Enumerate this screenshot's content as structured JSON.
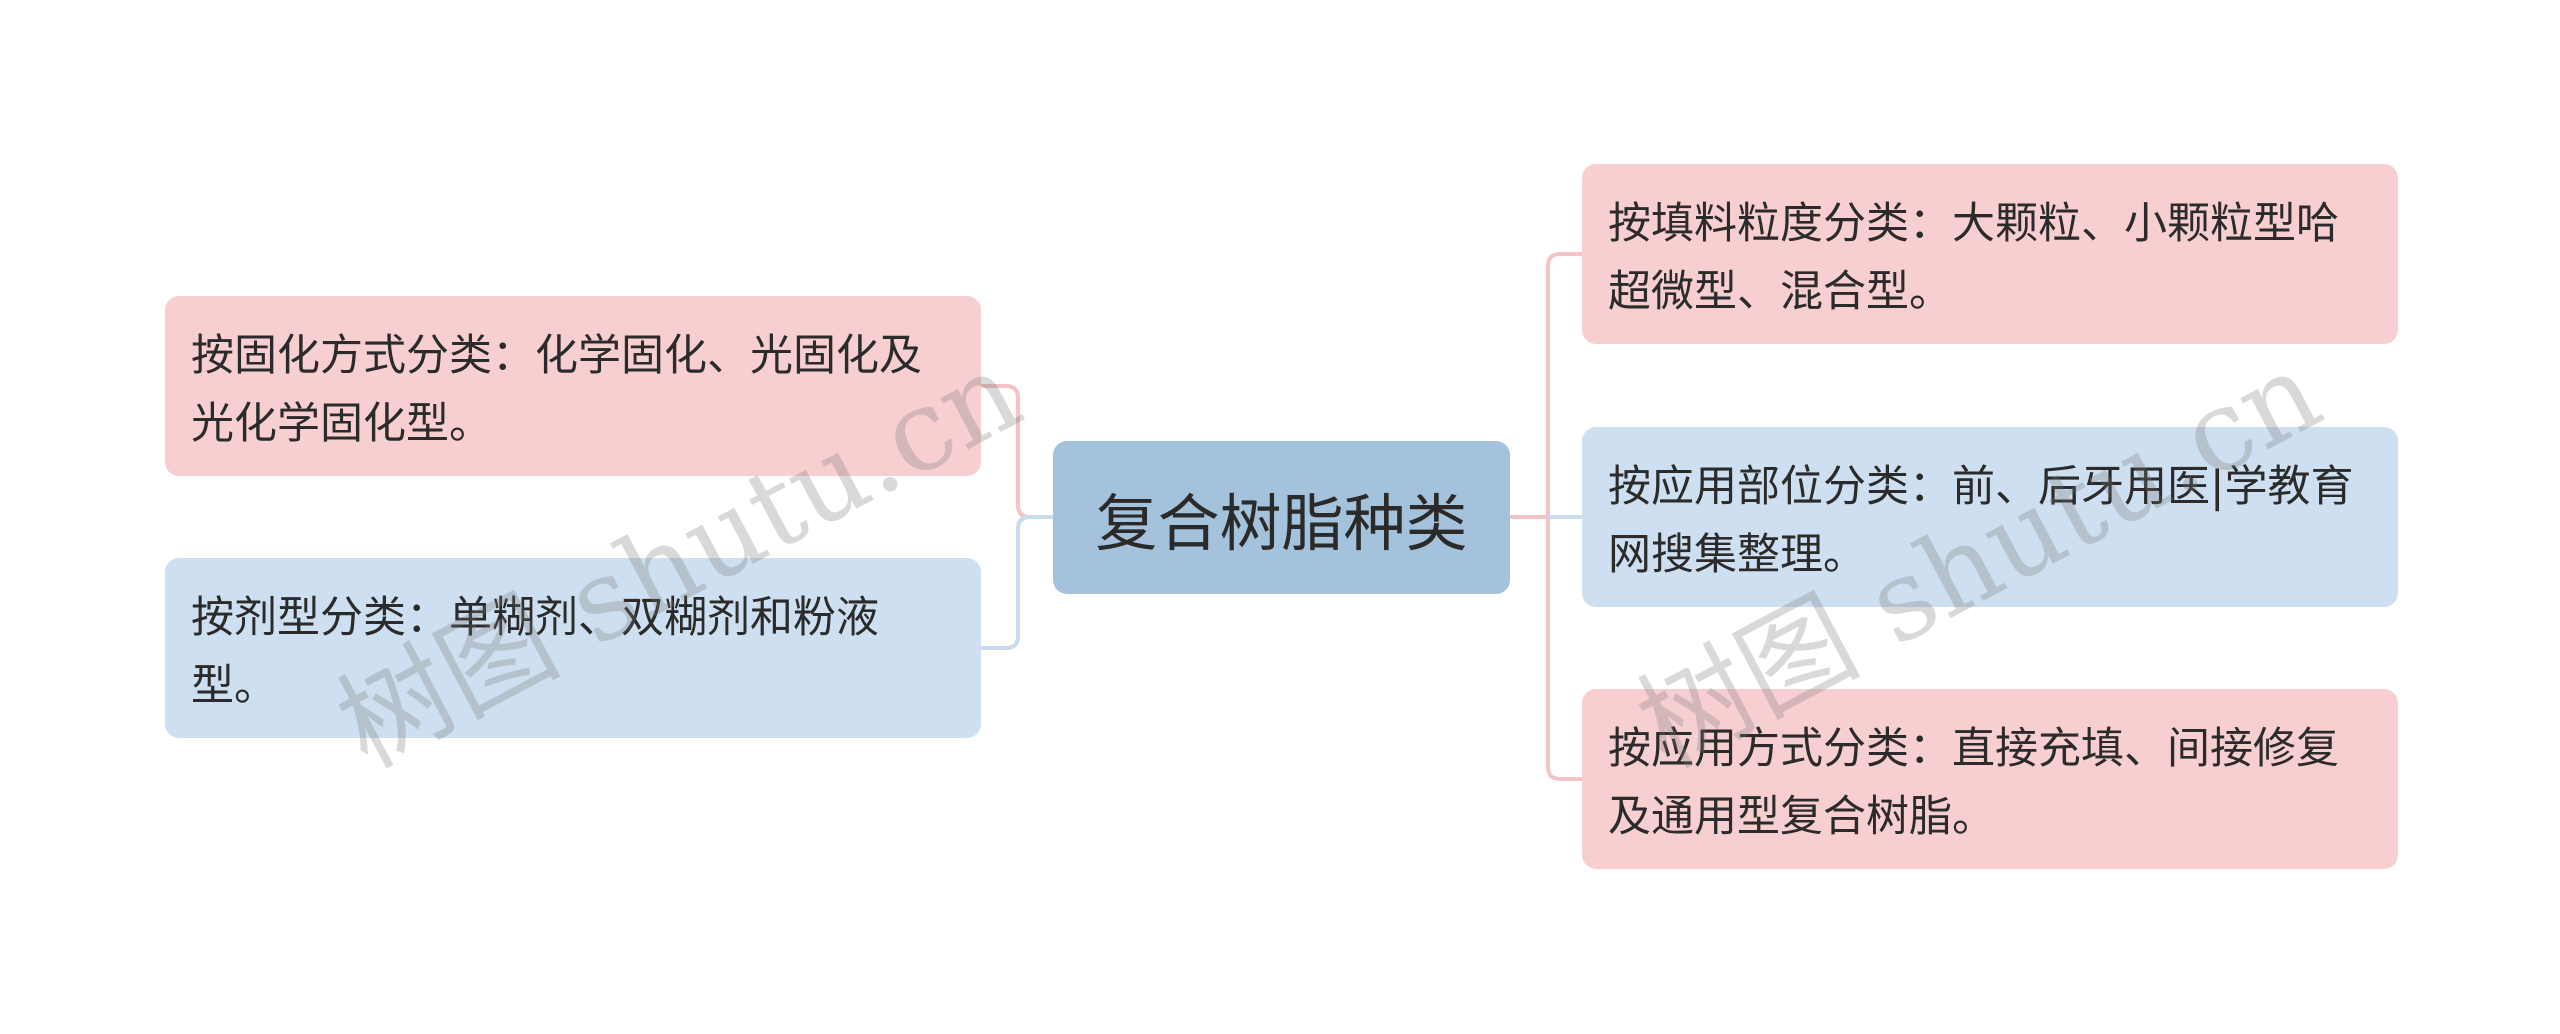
{
  "mindmap": {
    "center": {
      "label": "复合树脂种类"
    },
    "left_branches": [
      {
        "text": "按固化方式分类：化学固化、光固化及光化学固化型。",
        "color": "#f7cfd1"
      },
      {
        "text": "按剂型分类：单糊剂、双糊剂和粉液型。",
        "color": "#cddff0"
      }
    ],
    "right_branches": [
      {
        "text": "按填料粒度分类：大颗粒、小颗粒型哈超微型、混合型。",
        "color": "#f7cfd1"
      },
      {
        "text": "按应用部位分类：前、后牙用医|学教育网搜集整理。",
        "color": "#cddff0"
      },
      {
        "text": "按应用方式分类：直接充填、间接修复及通用型复合树脂。",
        "color": "#f7cfd1"
      }
    ],
    "connector_colors": {
      "pink": "#f2c4c7",
      "blue": "#c9dced"
    }
  },
  "watermarks": [
    "树图 shutu.cn",
    "树图 shutu.cn"
  ]
}
